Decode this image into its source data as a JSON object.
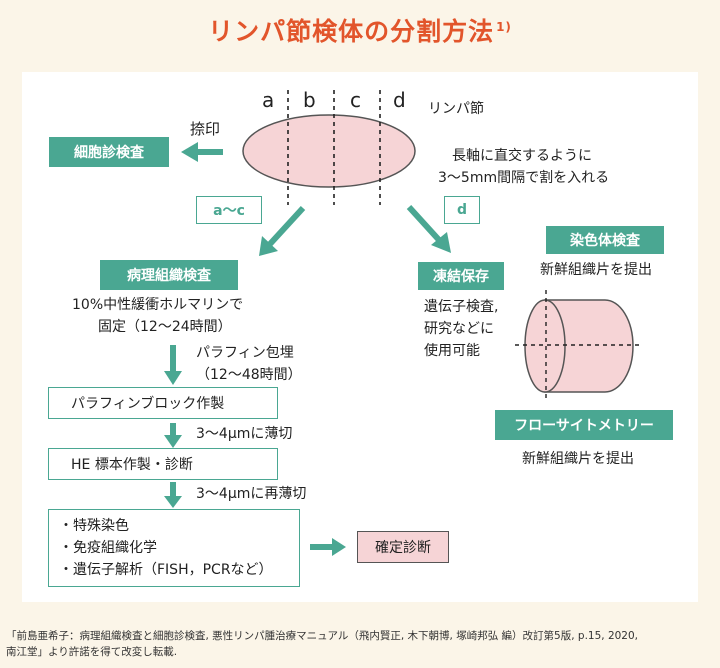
{
  "title": {
    "text": "リンパ節検体の分割方法",
    "sup": "1)"
  },
  "node": {
    "letters": [
      "a",
      "b",
      "c",
      "d"
    ],
    "label": "リンパ節",
    "note_line1": "長軸に直交するように",
    "note_line2": "3〜5mm間隔で割を入れる"
  },
  "imprint": {
    "label": "捺印",
    "box": "細胞診検査"
  },
  "tags": {
    "ac": "a〜c",
    "d": "d"
  },
  "histology": {
    "box": "病理組織検査",
    "fix_line1": "10%中性緩衝ホルマリンで",
    "fix_line2": "固定（12〜24時間）",
    "paraffin_line1": "パラフィン包埋",
    "paraffin_line2": "（12〜48時間）",
    "block_box": "パラフィンブロック作製",
    "cut1": "3〜4μmに薄切",
    "he_box": "HE 標本作製・診断",
    "cut2": "3〜4μmに再薄切",
    "special_items": [
      "・特殊染色",
      "・免疫組織化学",
      "・遺伝子解析（FISH，PCRなど）"
    ],
    "final_box": "確定診断"
  },
  "frozen": {
    "box": "凍結保存",
    "line1": "遺伝子検査,",
    "line2": "研究などに",
    "line3": "使用可能"
  },
  "chromosome": {
    "box": "染色体検査",
    "text": "新鮮組織片を提出"
  },
  "flow": {
    "box": "フローサイトメトリー",
    "text": "新鮮組織片を提出"
  },
  "reference": {
    "line1": "「前島亜希子：病理組織検査と細胞診検査, 悪性リンパ腫治療マニュアル（飛内賢正, 木下朝博, 塚崎邦弘 編）改訂第5版, p.15, 2020,",
    "line2": "南江堂」より許諾を得て改変し転載."
  },
  "colors": {
    "teal": "#4aa792",
    "pink": "#f6d4d6",
    "title": "#e2552b",
    "bg": "#fbf5e8"
  }
}
